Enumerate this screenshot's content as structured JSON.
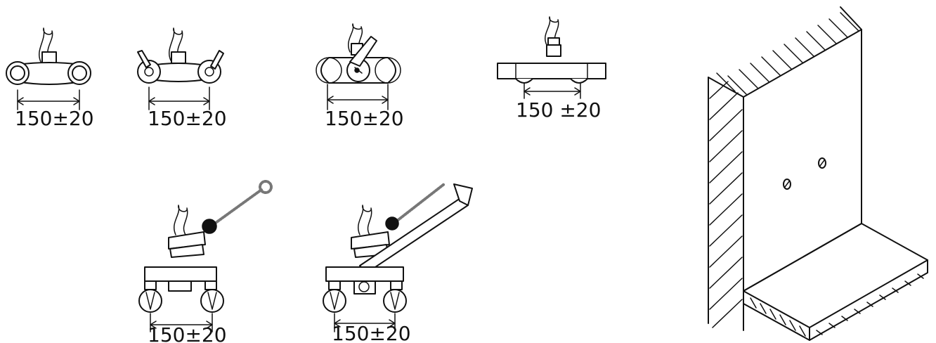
{
  "diagram": {
    "dimension_labels": [
      "150±20",
      "150±20",
      "150±20",
      "150 ±20",
      "150±20",
      "150±20"
    ]
  }
}
